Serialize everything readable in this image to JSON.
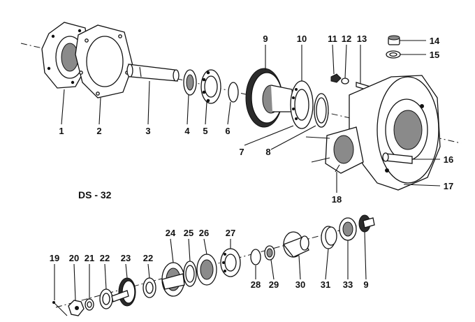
{
  "diagram": {
    "title": "DS - 32",
    "upper_assembly": {
      "callouts": [
        "1",
        "2",
        "3",
        "4",
        "5",
        "6",
        "7",
        "8",
        "9",
        "10",
        "11",
        "12",
        "13",
        "14",
        "15",
        "16",
        "17",
        "18"
      ]
    },
    "lower_assembly": {
      "callouts": [
        "19",
        "20",
        "21",
        "22",
        "23",
        "22",
        "24",
        "25",
        "26",
        "27",
        "28",
        "29",
        "30",
        "31",
        "33",
        "9"
      ]
    }
  }
}
